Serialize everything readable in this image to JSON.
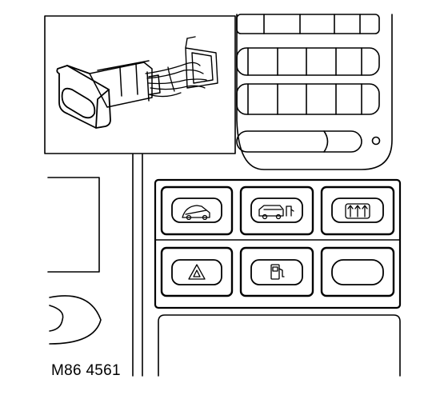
{
  "figure": {
    "reference_code": "M86 4561"
  },
  "switch_panel": {
    "buttons": [
      {
        "name": "hill-descent-switch",
        "icon": "hill-descent-icon"
      },
      {
        "name": "traction-vehicle-switch",
        "icon": "vehicle-icon"
      },
      {
        "name": "heated-rear-screen-switch",
        "icon": "rear-demist-icon"
      },
      {
        "name": "hazard-warning-switch",
        "icon": "hazard-triangle-icon"
      },
      {
        "name": "fuel-switch",
        "icon": "fuel-pump-icon"
      },
      {
        "name": "blank-switch",
        "icon": "blank-icon"
      }
    ]
  },
  "colors": {
    "line": "#000000",
    "background": "#ffffff"
  }
}
